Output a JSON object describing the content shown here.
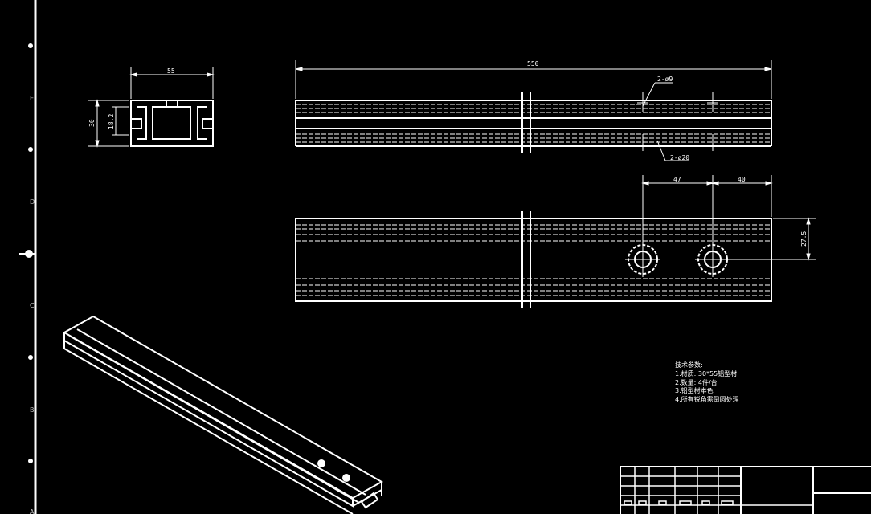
{
  "drawing": {
    "zones": [
      "E",
      "D",
      "C",
      "B",
      "A"
    ],
    "section_view": {
      "width_dim": "55",
      "height_dim": "30",
      "slot_dim": "18.2"
    },
    "top_view": {
      "length_dim": "550",
      "hole_callout_top": "2-ø9",
      "hole_callout_bottom": "2-ø20"
    },
    "front_view": {
      "hole_dim_1": "47",
      "hole_dim_2": "40",
      "height_dim": "27.5"
    },
    "notes": {
      "title": "技术参数:",
      "lines": [
        "1.材质: 30*55铝型材",
        "2.数量: 4件/台",
        "3.铝型材本色",
        "4.所有锐角需倒圆处理"
      ]
    }
  }
}
